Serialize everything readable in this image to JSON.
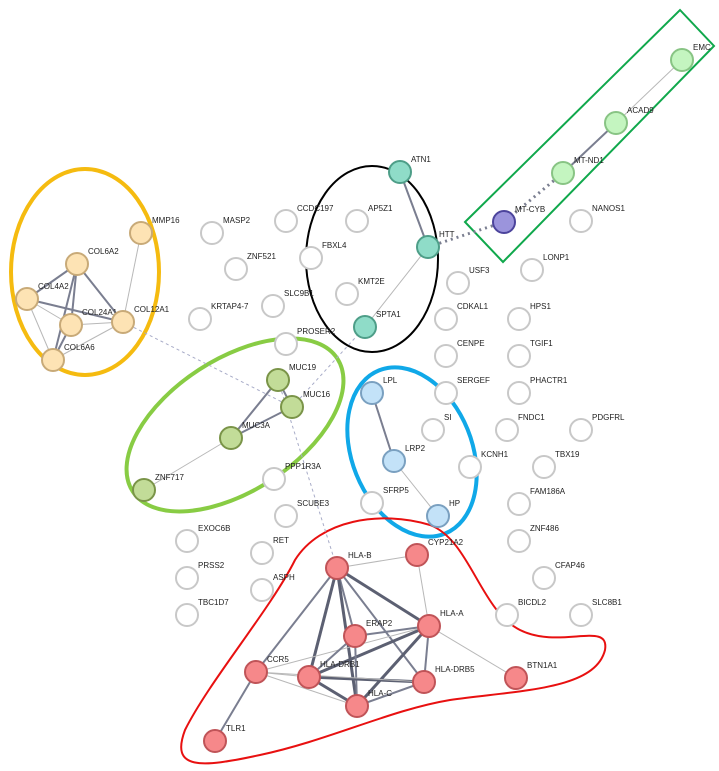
{
  "cluster_colors": {
    "yellow": "#f5bb10",
    "black": "#000000",
    "green": "#88cc44",
    "blue": "#10a8e8",
    "red": "#e81010",
    "mito": "#10a84c"
  },
  "node_colors": {
    "col": "#fde3b4",
    "huntington": "#8fdcc8",
    "mito": "#c4f5c0",
    "mtcyb": "#9b94dc",
    "muc": "#c2dc98",
    "lpl": "#c3e2f8",
    "hla": "#f6888a",
    "none": "#ffffff"
  },
  "nodes": [
    {
      "id": "EMC",
      "group": "mito"
    },
    {
      "id": "ACAD9",
      "group": "mito"
    },
    {
      "id": "MT-ND1",
      "group": "mito"
    },
    {
      "id": "MT-CYB",
      "group": "mtcyb"
    },
    {
      "id": "NANOS1",
      "group": "none"
    },
    {
      "id": "ATN1",
      "group": "huntington"
    },
    {
      "id": "HTT",
      "group": "huntington"
    },
    {
      "id": "SPTA1",
      "group": "huntington"
    },
    {
      "id": "AP5Z1",
      "group": "none"
    },
    {
      "id": "CCDC197",
      "group": "none"
    },
    {
      "id": "MASP2",
      "group": "none"
    },
    {
      "id": "FBXL4",
      "group": "none"
    },
    {
      "id": "ZNF521",
      "group": "none"
    },
    {
      "id": "KMT2E",
      "group": "none"
    },
    {
      "id": "SLC9B1",
      "group": "none"
    },
    {
      "id": "KRTAP4-7",
      "group": "none"
    },
    {
      "id": "USF3",
      "group": "none"
    },
    {
      "id": "LONP1",
      "group": "none"
    },
    {
      "id": "CDKAL1",
      "group": "none"
    },
    {
      "id": "HPS1",
      "group": "none"
    },
    {
      "id": "CENPE",
      "group": "none"
    },
    {
      "id": "TGIF1",
      "group": "none"
    },
    {
      "id": "PROSER2",
      "group": "none"
    },
    {
      "id": "SERGEF",
      "group": "none"
    },
    {
      "id": "PHACTR1",
      "group": "none"
    },
    {
      "id": "LPL",
      "group": "lpl"
    },
    {
      "id": "SI",
      "group": "none"
    },
    {
      "id": "FNDC1",
      "group": "none"
    },
    {
      "id": "PDGFRL",
      "group": "none"
    },
    {
      "id": "LRP2",
      "group": "lpl"
    },
    {
      "id": "KCNH1",
      "group": "none"
    },
    {
      "id": "TBX19",
      "group": "none"
    },
    {
      "id": "SFRP5",
      "group": "none"
    },
    {
      "id": "HP",
      "group": "lpl"
    },
    {
      "id": "FAM186A",
      "group": "none"
    },
    {
      "id": "MUC19",
      "group": "muc"
    },
    {
      "id": "MUC16",
      "group": "muc"
    },
    {
      "id": "MUC3A",
      "group": "muc"
    },
    {
      "id": "ZNF717",
      "group": "muc"
    },
    {
      "id": "PPP1R3A",
      "group": "none"
    },
    {
      "id": "SCUBE3",
      "group": "none"
    },
    {
      "id": "EXOC6B",
      "group": "none"
    },
    {
      "id": "RET",
      "group": "none"
    },
    {
      "id": "ZNF486",
      "group": "none"
    },
    {
      "id": "HLA-B",
      "group": "hla"
    },
    {
      "id": "CYP21A2",
      "group": "hla"
    },
    {
      "id": "PRSS2",
      "group": "none"
    },
    {
      "id": "ASPH",
      "group": "none"
    },
    {
      "id": "CFAP46",
      "group": "none"
    },
    {
      "id": "TBC1D7",
      "group": "none"
    },
    {
      "id": "BICDL2",
      "group": "none"
    },
    {
      "id": "SLC8B1",
      "group": "none"
    },
    {
      "id": "HLA-A",
      "group": "hla"
    },
    {
      "id": "ERAP2",
      "group": "hla"
    },
    {
      "id": "CCR5",
      "group": "hla"
    },
    {
      "id": "HLA-DRB1",
      "group": "hla"
    },
    {
      "id": "HLA-DRB5",
      "group": "hla"
    },
    {
      "id": "BTN1A1",
      "group": "hla"
    },
    {
      "id": "HLA-C",
      "group": "hla"
    },
    {
      "id": "TLR1",
      "group": "hla"
    },
    {
      "id": "MMP16",
      "group": "col"
    },
    {
      "id": "COL6A2",
      "group": "col"
    },
    {
      "id": "COL4A2",
      "group": "col"
    },
    {
      "id": "COL24A1",
      "group": "col"
    },
    {
      "id": "COL12A1",
      "group": "col"
    },
    {
      "id": "COL6A6",
      "group": "col"
    }
  ],
  "edges": [
    {
      "a": "EMC",
      "b": "ACAD9",
      "w": "thin"
    },
    {
      "a": "ACAD9",
      "b": "MT-ND1",
      "w": "mid"
    },
    {
      "a": "MT-ND1",
      "b": "MT-CYB",
      "w": "dotted"
    },
    {
      "a": "MT-CYB",
      "b": "HTT",
      "w": "dotted"
    },
    {
      "a": "ATN1",
      "b": "HTT",
      "w": "mid"
    },
    {
      "a": "HTT",
      "b": "SPTA1",
      "w": "thin"
    },
    {
      "a": "MMP16",
      "b": "COL12A1",
      "w": "thin"
    },
    {
      "a": "COL6A2",
      "b": "COL4A2",
      "w": "mid"
    },
    {
      "a": "COL6A2",
      "b": "COL24A1",
      "w": "mid"
    },
    {
      "a": "COL6A2",
      "b": "COL12A1",
      "w": "mid"
    },
    {
      "a": "COL6A2",
      "b": "COL6A6",
      "w": "mid"
    },
    {
      "a": "COL4A2",
      "b": "COL24A1",
      "w": "thin"
    },
    {
      "a": "COL4A2",
      "b": "COL12A1",
      "w": "mid"
    },
    {
      "a": "COL4A2",
      "b": "COL6A6",
      "w": "thin"
    },
    {
      "a": "COL24A1",
      "b": "COL12A1",
      "w": "thin"
    },
    {
      "a": "COL24A1",
      "b": "COL6A6",
      "w": "mid"
    },
    {
      "a": "COL12A1",
      "b": "COL6A6",
      "w": "thin"
    },
    {
      "a": "COL12A1",
      "b": "MUC16",
      "w": "dashed"
    },
    {
      "a": "MUC19",
      "b": "MUC16",
      "w": "mid"
    },
    {
      "a": "MUC19",
      "b": "MUC3A",
      "w": "mid"
    },
    {
      "a": "MUC16",
      "b": "MUC3A",
      "w": "mid"
    },
    {
      "a": "MUC3A",
      "b": "ZNF717",
      "w": "thin"
    },
    {
      "a": "MUC16",
      "b": "SPTA1",
      "w": "dashed"
    },
    {
      "a": "MUC19",
      "b": "HLA-B",
      "w": "dashed"
    },
    {
      "a": "LPL",
      "b": "LRP2",
      "w": "mid"
    },
    {
      "a": "LRP2",
      "b": "HP",
      "w": "thin"
    },
    {
      "a": "HLA-B",
      "b": "CYP21A2",
      "w": "thin"
    },
    {
      "a": "HLA-B",
      "b": "HLA-A",
      "w": "thick"
    },
    {
      "a": "HLA-B",
      "b": "ERAP2",
      "w": "mid"
    },
    {
      "a": "HLA-B",
      "b": "CCR5",
      "w": "mid"
    },
    {
      "a": "HLA-B",
      "b": "HLA-DRB1",
      "w": "thick"
    },
    {
      "a": "HLA-B",
      "b": "HLA-DRB5",
      "w": "mid"
    },
    {
      "a": "HLA-B",
      "b": "HLA-C",
      "w": "thick"
    },
    {
      "a": "CYP21A2",
      "b": "HLA-A",
      "w": "thin"
    },
    {
      "a": "HLA-A",
      "b": "ERAP2",
      "w": "mid"
    },
    {
      "a": "HLA-A",
      "b": "HLA-DRB1",
      "w": "thick"
    },
    {
      "a": "HLA-A",
      "b": "HLA-C",
      "w": "thick"
    },
    {
      "a": "HLA-A",
      "b": "HLA-DRB5",
      "w": "mid"
    },
    {
      "a": "HLA-A",
      "b": "BTN1A1",
      "w": "thin"
    },
    {
      "a": "HLA-A",
      "b": "CCR5",
      "w": "thin"
    },
    {
      "a": "ERAP2",
      "b": "HLA-DRB1",
      "w": "mid"
    },
    {
      "a": "ERAP2",
      "b": "HLA-C",
      "w": "mid"
    },
    {
      "a": "CCR5",
      "b": "HLA-DRB1",
      "w": "thin"
    },
    {
      "a": "CCR5",
      "b": "HLA-C",
      "w": "thin"
    },
    {
      "a": "CCR5",
      "b": "TLR1",
      "w": "mid"
    },
    {
      "a": "HLA-DRB1",
      "b": "HLA-C",
      "w": "thick"
    },
    {
      "a": "HLA-DRB1",
      "b": "HLA-DRB5",
      "w": "thick"
    },
    {
      "a": "HLA-C",
      "b": "HLA-DRB5",
      "w": "mid"
    },
    {
      "a": "CCR5",
      "b": "HLA-DRB5",
      "w": "thin"
    }
  ]
}
